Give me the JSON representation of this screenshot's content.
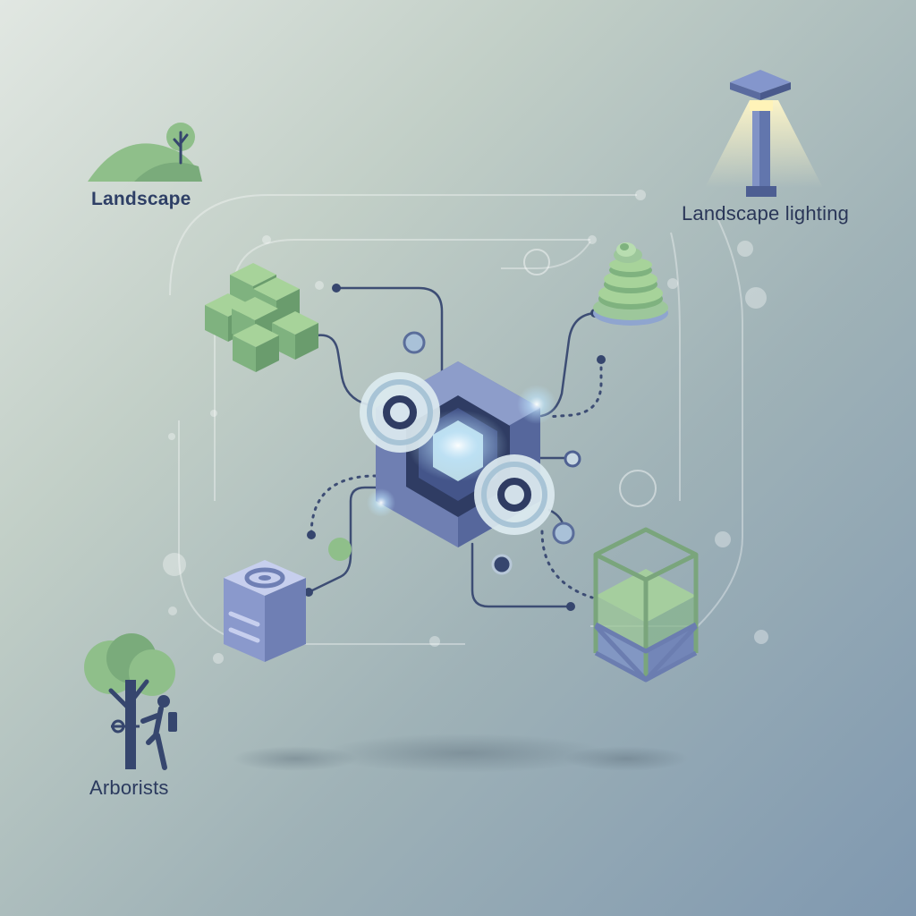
{
  "labels": {
    "landscape": "Landscape",
    "landscape_lighting": "Landscape lighting",
    "arborists": "Arborists"
  },
  "colors": {
    "green": "#8fbf8a",
    "green_dark": "#6a9c6d",
    "navy": "#36466e",
    "slate_blue": "#7384b4",
    "glow": "#d6f0ff"
  },
  "icons": [
    "landscape-hills-icon",
    "street-lamp-icon",
    "arborist-tree-climber-icon",
    "green-cubes-icon",
    "stacked-cone-icon",
    "hexagon-hub-icon",
    "server-box-icon",
    "wireframe-cube-icon"
  ]
}
